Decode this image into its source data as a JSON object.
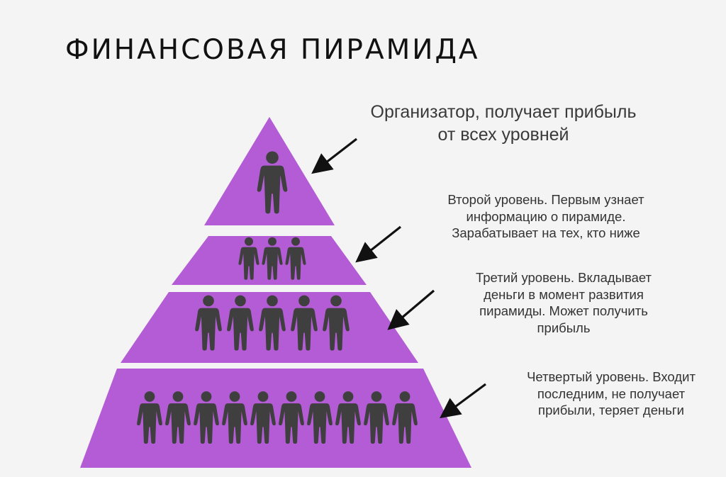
{
  "title": "ФИНАНСОВАЯ ПИРАМИДА",
  "colors": {
    "tier_fill": "#b45cd6",
    "figure": "#3f3f3f",
    "arrow": "#111111",
    "background": "#f4f4f4"
  },
  "icons": {
    "person": "person-icon",
    "arrow": "arrow-icon"
  },
  "tiers": [
    {
      "people": 1,
      "label_lines": [
        "Организатор, получает прибыль",
        "от всех уровней"
      ]
    },
    {
      "people": 3,
      "label_lines": [
        "Второй уровень. Первым узнает",
        "информацию о пирамиде.",
        "Зарабатывает на тех, кто ниже"
      ]
    },
    {
      "people": 5,
      "label_lines": [
        "Третий уровень. Вкладывает",
        "деньги в момент развития",
        "пирамиды. Может получить",
        "прибыль"
      ]
    },
    {
      "people": 10,
      "label_lines": [
        "Четвертый уровень. Входит",
        "последним, не получает",
        "прибыли, теряет деньги"
      ]
    }
  ]
}
